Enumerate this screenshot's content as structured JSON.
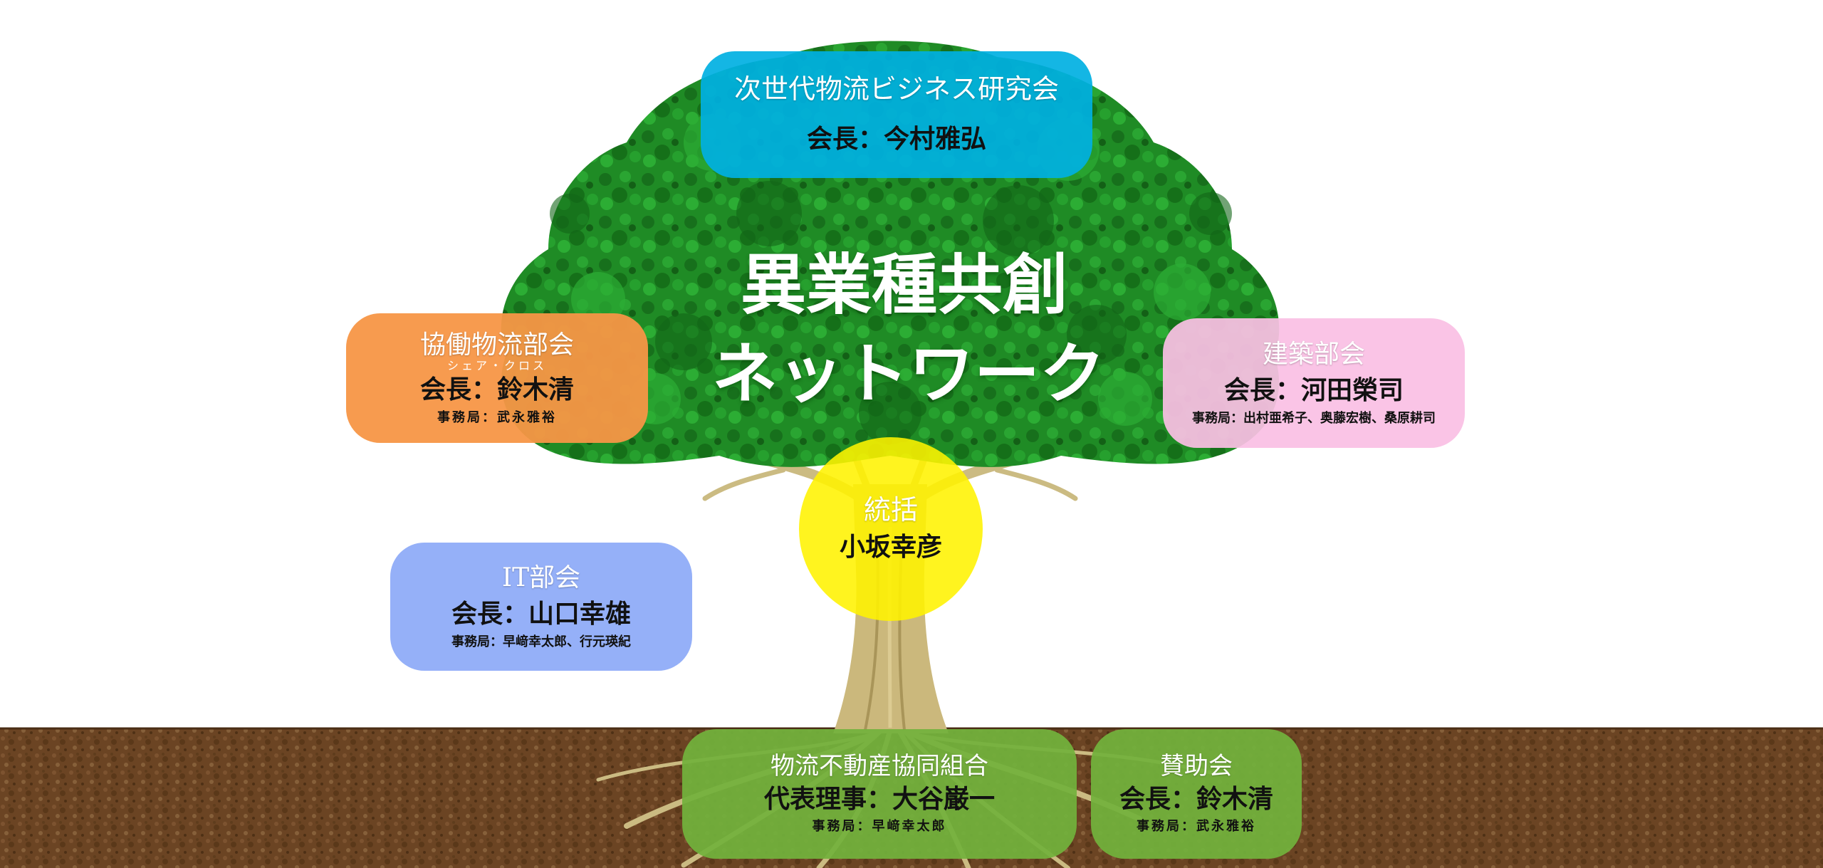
{
  "main_title": {
    "line1": "異業種共創",
    "line2": "ネットワーク"
  },
  "research_group": {
    "title": "次世代物流ビジネス研究会",
    "lead": "会長：今村雅弘"
  },
  "kyodo_group": {
    "title": "協働物流部会",
    "ruby": "シェア・クロス",
    "lead": "会長：鈴木清",
    "office": "事務局：武永雅裕"
  },
  "kenchiku_group": {
    "title": "建築部会",
    "lead": "会長：河田榮司",
    "office": "事務局：出村亜希子、奥藤宏樹、桑原耕司"
  },
  "it_group": {
    "title": "IT部会",
    "lead": "会長：山口幸雄",
    "office": "事務局：早﨑幸太郎、行元瑛紀"
  },
  "supervisor": {
    "title": "統括",
    "name": "小坂幸彦"
  },
  "union_group": {
    "title": "物流不動産協同組合",
    "lead": "代表理事：大谷巌一",
    "office": "事務局：早﨑幸太郎"
  },
  "support_group": {
    "title": "賛助会",
    "lead": "会長：鈴木清",
    "office": "事務局：武永雅裕"
  },
  "colors": {
    "research": "#00b0e2",
    "kyodo": "#f79646",
    "kenchiku": "#fac0e4",
    "it": "#8daaf8",
    "supervisor": "#fff200",
    "union": "#72b23c",
    "foliage": "#1e8a24",
    "trunk": "#c9b77a",
    "soil": "#6b4423"
  }
}
